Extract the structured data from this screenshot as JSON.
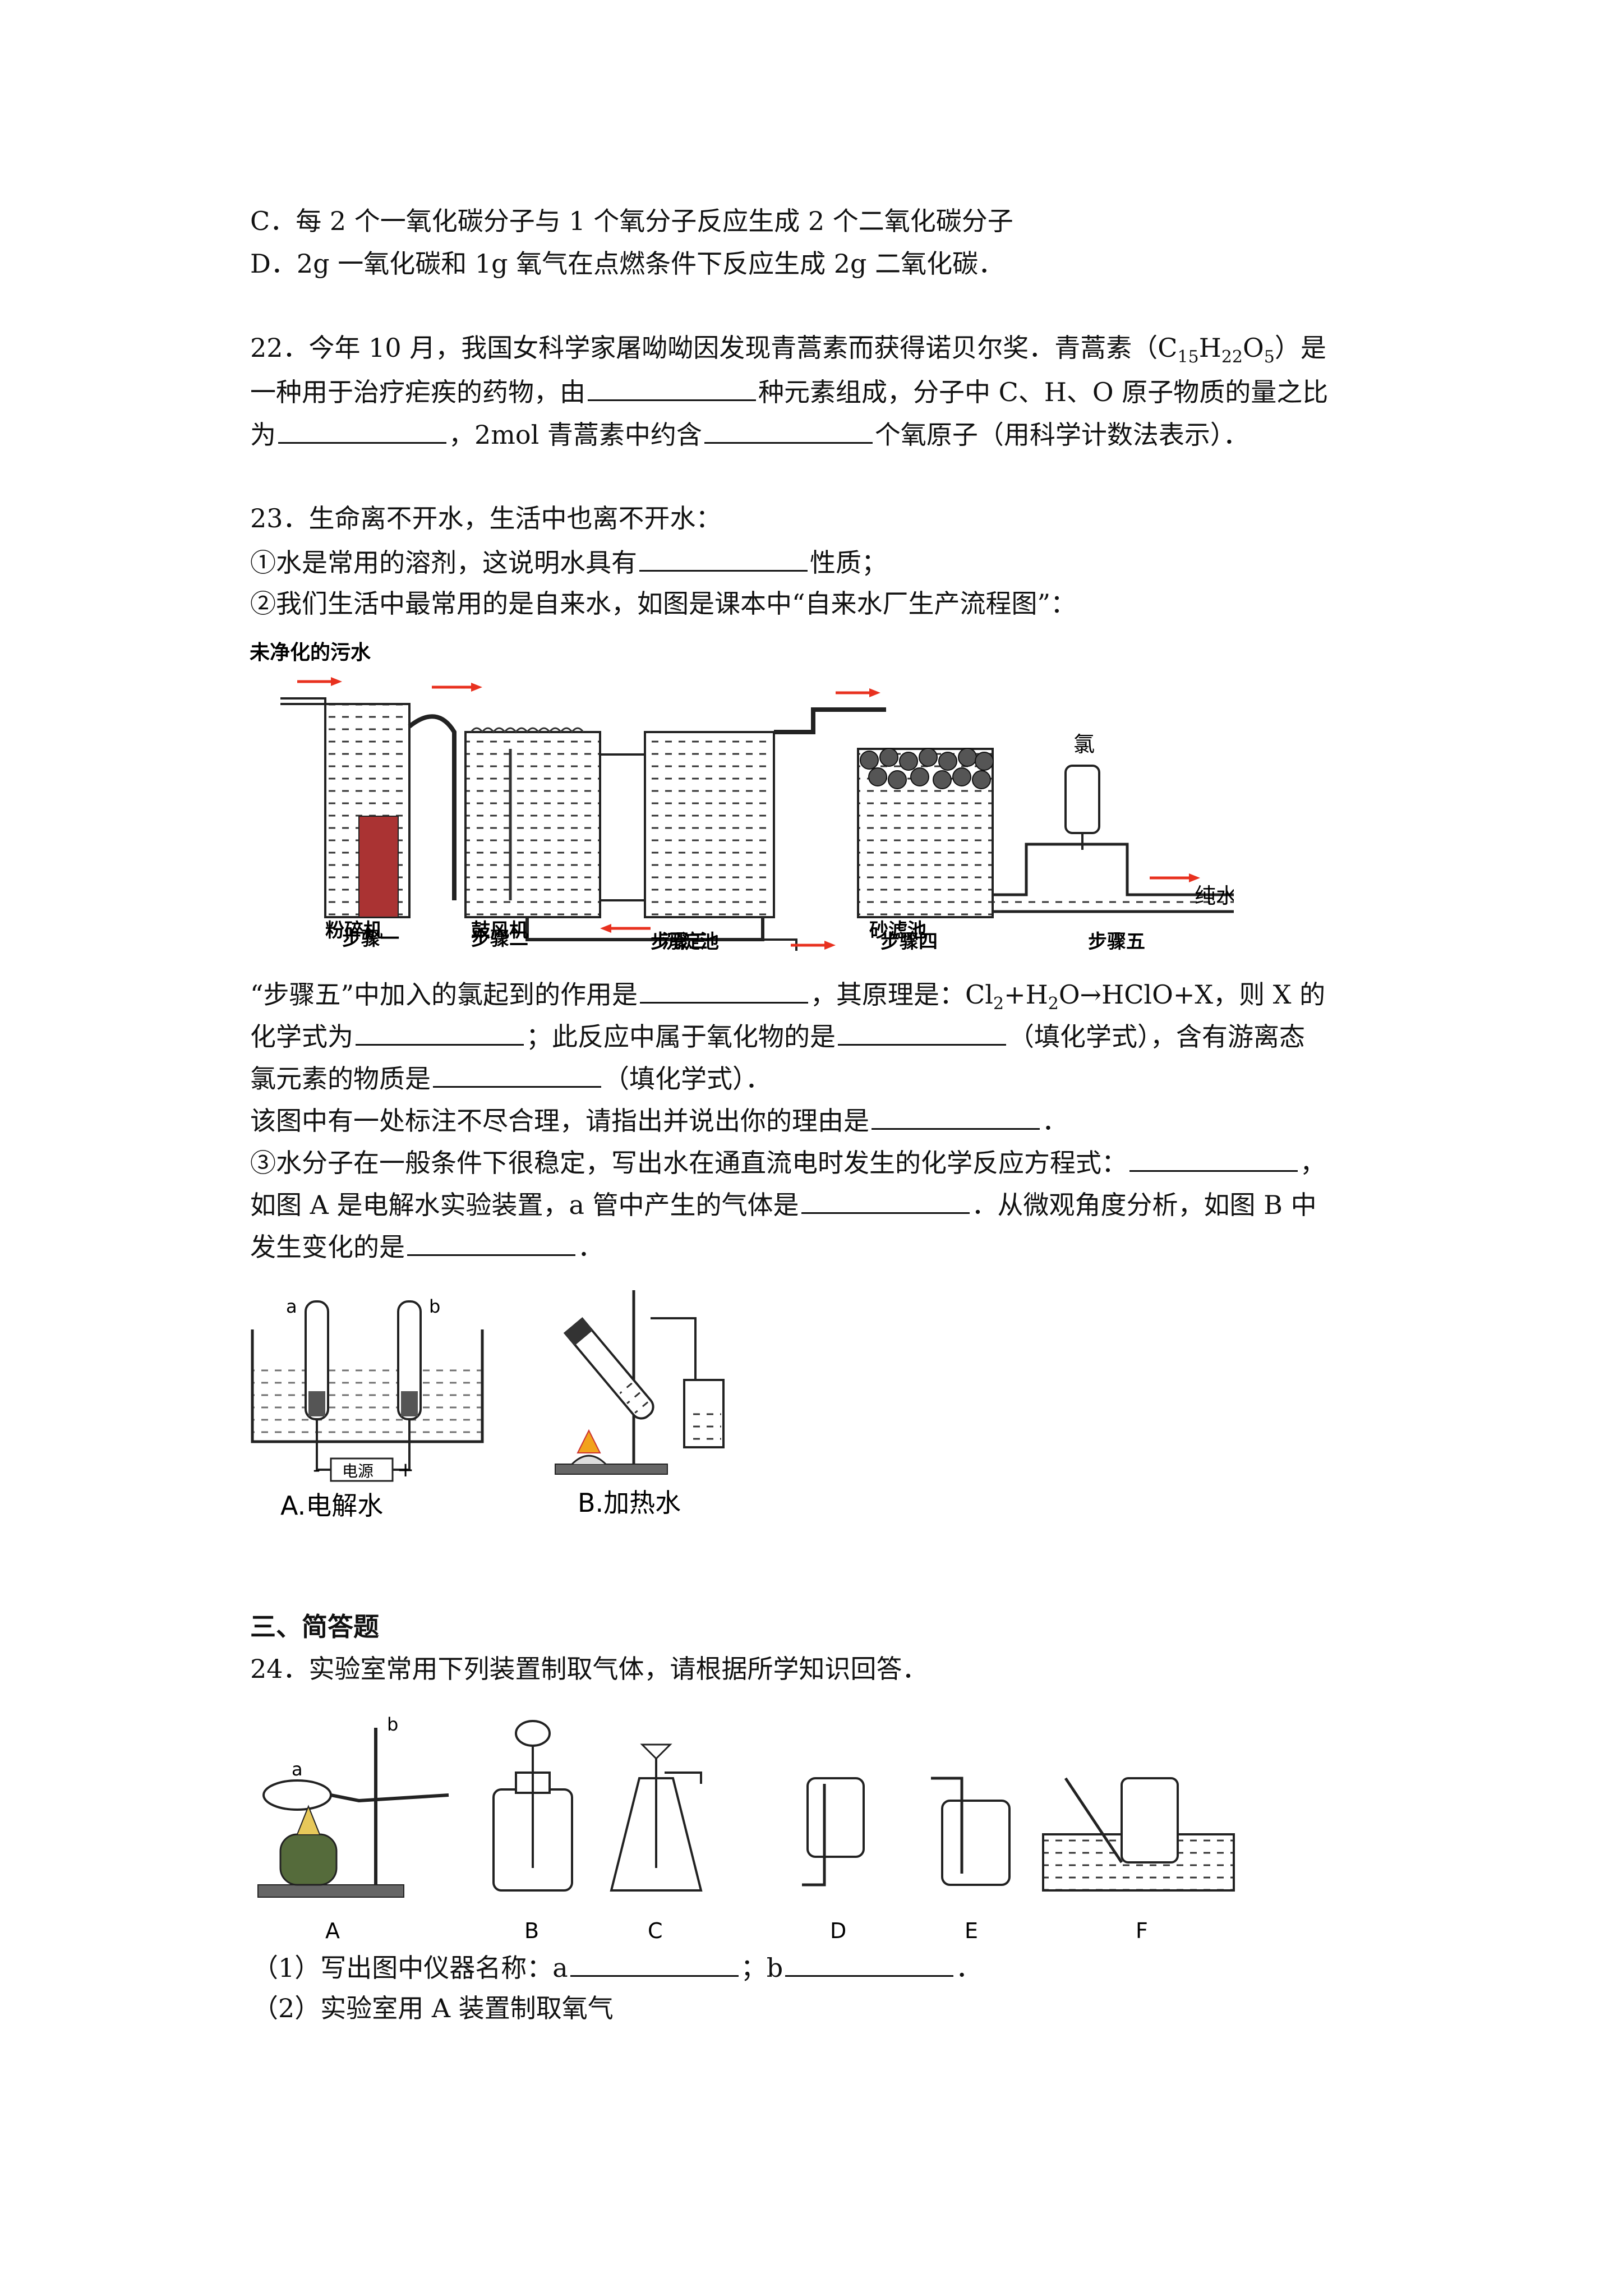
{
  "q21": {
    "optC": "C．每 2 个一氧化碳分子与 1 个氧分子反应生成 2 个二氧化碳分子",
    "optD": "D．2g 一氧化碳和 1g 氧气在点燃条件下反应生成 2g 二氧化碳．"
  },
  "q22": {
    "l1a": "22．今年 10 月，我国女科学家屠呦呦因发现青蒿素而获得诺贝尔奖．青蒿素（C",
    "l1b": "）是",
    "sub15": "15",
    "subH": "H",
    "sub22": "22",
    "subO": "O",
    "sub5": "5",
    "l2a": "一种用于治疗疟疾的药物，由",
    "l2b": "种元素组成，分子中 C、H、O 原子物质的量之比",
    "l3a": "为",
    "l3b": "，2mol 青蒿素中约含",
    "l3c": "个氧原子（用科学计数法表示）．"
  },
  "q23": {
    "l1": "23．生命离不开水，生活中也离不开水：",
    "l2a": "①水是常用的溶剂，这说明水具有",
    "l2b": "性质；",
    "l3": "②我们生活中最常用的是自来水，如图是课本中“自来水厂生产流程图”：",
    "l4a": "“步骤五”中加入的氯起到的作用是",
    "l4b": "，其原理是：Cl",
    "l4c": "+H",
    "l4d": "O→HClO+X，则 X 的",
    "sub2": "2",
    "l5a": "化学式为",
    "l5b": "；此反应中属于氧化物的是",
    "l5c": "（填化学式），含有游离态",
    "l6a": "氯元素的物质是",
    "l6b": "（填化学式）．",
    "l7a": "该图中有一处标注不尽合理，请指出并说出你的理由是",
    "l7b": "．",
    "l8a": "③水分子在一般条件下很稳定，写出水在通直流电时发生的化学反应方程式：",
    "l8b": "，",
    "l9a": "如图 A 是电解水实验装置，a 管中产生的气体是",
    "l9b": "．从微观角度分析，如图 B 中",
    "l10a": "发生变化的是",
    "l10b": "．"
  },
  "flow": {
    "top_label": "未净化的污水",
    "chlorine": "氯",
    "pure": "纯水",
    "machines": [
      "粉碎机",
      "鼓风机",
      "沉淀池",
      "砂滤池"
    ],
    "steps": [
      "步骤一",
      "步骤二",
      "步骤三",
      "步骤四",
      "步骤五"
    ],
    "accent": "#e8311f"
  },
  "figAB": {
    "a": "a",
    "b": "b",
    "power": "电源",
    "minus": "-",
    "plus": "+",
    "capA": "A.电解水",
    "capB": "B.加热水"
  },
  "sec3": {
    "title": "三、简答题",
    "q24": "24．实验室常用下列装置制取气体，请根据所学知识回答．",
    "labels": [
      "A",
      "B",
      "C",
      "D",
      "E",
      "F"
    ],
    "a": "a",
    "b": "b",
    "s1a": "（1）写出图中仪器名称：a",
    "s1b": "；b",
    "s1c": "．",
    "s2": "（2）实验室用 A 装置制取氧气"
  }
}
